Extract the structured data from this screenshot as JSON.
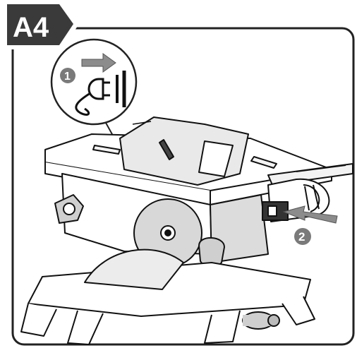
{
  "figure": {
    "step_label": "A4",
    "callouts": [
      {
        "number": "1",
        "meaning": ""
      },
      {
        "number": "2",
        "meaning": ""
      }
    ],
    "icons": [
      "arrow-right-icon",
      "power-plug-icon",
      "power-socket-icon",
      "table-saw-illustration",
      "push-arrow-icon"
    ],
    "colors": {
      "frame": "#222222",
      "label_bg": "#3a3a3a",
      "callout_bg": "#7a7a7a",
      "arrow_gray": "#8c8c8c",
      "line": "#111111"
    }
  }
}
